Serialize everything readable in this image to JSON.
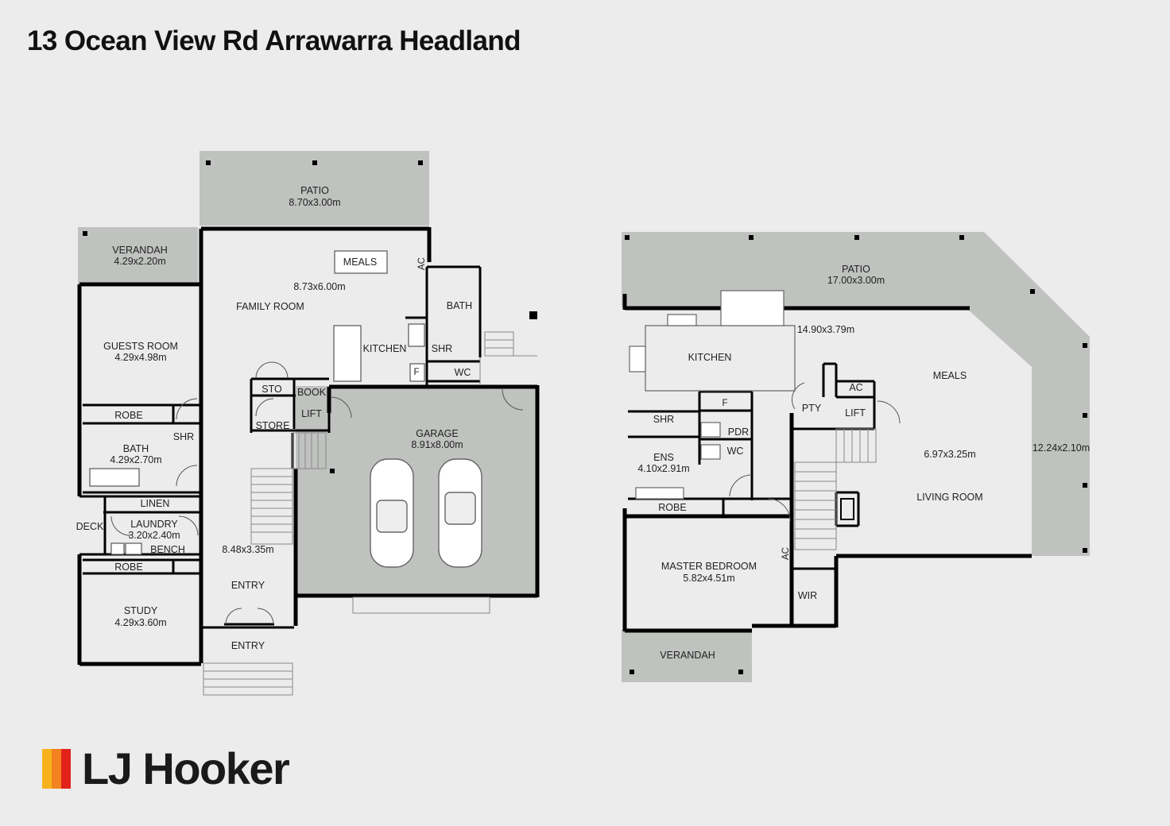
{
  "title": "13 Ocean View Rd Arrawarra Headland",
  "brand": {
    "name": "LJ Hooker",
    "stripe_colors": [
      "#f7b21b",
      "#f58220",
      "#e2231a"
    ]
  },
  "colors": {
    "background": "#ececec",
    "outdoor_area": "#bfc2bf",
    "wall": "#000000",
    "floor": "#ececec"
  },
  "rooms": {
    "patio": "PATIO",
    "patio_dim": "8.70x3.00m",
    "verandah": "VERANDAH",
    "verandah_dim": "4.29x2.20m",
    "meals": "MEALS",
    "ac": "AC",
    "family_dim": "8.73x6.00m",
    "family": "FAMILY ROOM",
    "bath": "BATH",
    "kitchen": "KITCHEN",
    "shr": "SHR",
    "f": "F",
    "wc": "WC",
    "guests": "GUESTS ROOM",
    "guests_dim": "4.29x4.98m",
    "sto": "STO",
    "book": "BOOK",
    "robe": "ROBE",
    "lift": "LIFT",
    "store": "STORE",
    "garage": "GARAGE",
    "garage_dim": "8.91x8.00m",
    "bath2": "BATH",
    "bath2_dim": "4.29x2.70m",
    "linen": "LINEN",
    "deck": "DECK",
    "laundry": "LAUNDRY",
    "laundry_dim": "3.20x2.40m",
    "bench": "BENCH",
    "hall_dim": "8.48x3.35m",
    "entry": "ENTRY",
    "study": "STUDY",
    "study_dim": "4.29x3.60m"
  },
  "upper": {
    "patio": "PATIO",
    "patio_dim": "17.00x3.00m",
    "main_dim": "14.90x3.79m",
    "kitchen": "KITCHEN",
    "meals": "MEALS",
    "ac": "AC",
    "f": "F",
    "pty": "PTY",
    "lift": "LIFT",
    "shr": "SHR",
    "pdr": "PDR",
    "side_dim": "12.24x2.10m",
    "ens": "ENS",
    "ens_dim": "4.10x2.91m",
    "wc": "WC",
    "living_dim": "6.97x3.25m",
    "living": "LIVING ROOM",
    "robe": "ROBE",
    "master": "MASTER BEDROOM",
    "master_dim": "5.82x4.51m",
    "wir": "WIR",
    "verandah": "VERANDAH"
  }
}
